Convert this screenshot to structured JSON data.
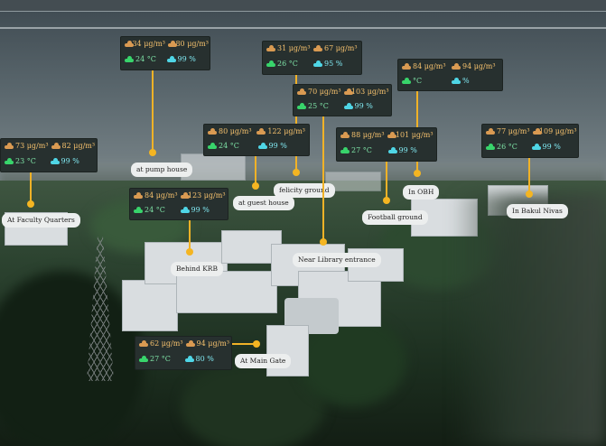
{
  "stations": [
    {
      "id": "faculty",
      "label": "At Faculty Quarters",
      "pm25": "73 μg/m³",
      "pm10": "82 μg/m³",
      "temp": "23 °C",
      "hum": "99 %"
    },
    {
      "id": "pump",
      "label": "at pump house",
      "pm25": "34 μg/m³",
      "pm10": "80 μg/m³",
      "temp": "24 °C",
      "hum": "99 %"
    },
    {
      "id": "felicity",
      "label": "felicity ground",
      "pm25": "31 μg/m³",
      "pm10": "67 μg/m³",
      "temp": "26 °C",
      "hum": "95 %"
    },
    {
      "id": "library",
      "label": "Near Library entrance",
      "pm25": "70 μg/m³",
      "pm10": "103 μg/m³",
      "temp": "25 °C",
      "hum": "99 %"
    },
    {
      "id": "obh",
      "label": "In OBH",
      "pm25": "84 μg/m³",
      "pm10": "94 μg/m³",
      "temp": "°C",
      "hum": "%"
    },
    {
      "id": "guest",
      "label": "at guest house",
      "pm25": "80 μg/m³",
      "pm10": "122 μg/m³",
      "temp": "24 °C",
      "hum": "99 %"
    },
    {
      "id": "football",
      "label": "Football ground",
      "pm25": "88 μg/m³",
      "pm10": "101 μg/m³",
      "temp": "27 °C",
      "hum": "99 %"
    },
    {
      "id": "bakul",
      "label": "In Bakul Nivas",
      "pm25": "77 μg/m³",
      "pm10": "109 μg/m³",
      "temp": "26 °C",
      "hum": "99 %"
    },
    {
      "id": "krb",
      "label": "Behind KRB",
      "pm25": "84 μg/m³",
      "pm10": "123 μg/m³",
      "temp": "24 °C",
      "hum": "99 %"
    },
    {
      "id": "gate",
      "label": "At Main Gate",
      "pm25": "62 μg/m³",
      "pm10": "94 μg/m³",
      "temp": "27 °C",
      "hum": "80 %"
    }
  ],
  "icons": {
    "particulate": "cloud-icon",
    "temperature": "cloud-icon",
    "humidity": "cloud-icon"
  },
  "colors": {
    "pm_text": "#f4c06d",
    "temp_text": "#7ee2a6",
    "hum_text": "#7fe6ef",
    "connector": "#f1b227",
    "card_bg": "#27302f"
  }
}
